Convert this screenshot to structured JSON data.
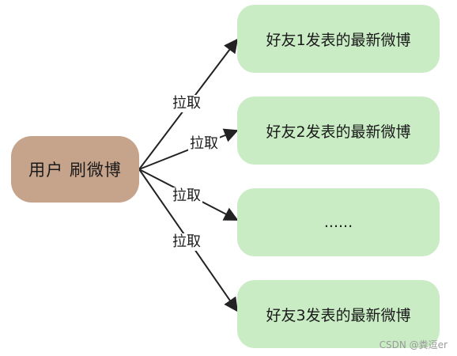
{
  "source": {
    "label": "用户 刷微博"
  },
  "targets": [
    {
      "label": "好友1发表的最新微博"
    },
    {
      "label": "好友2发表的最新微博"
    },
    {
      "label": "......"
    },
    {
      "label": "好友3发表的最新微博"
    }
  ],
  "edges": [
    {
      "label": "拉取"
    },
    {
      "label": "拉取"
    },
    {
      "label": "拉取"
    },
    {
      "label": "拉取"
    }
  ],
  "watermark": "CSDN @粪逗er",
  "colors": {
    "source_fill": "#c5a48b",
    "target_fill": "#c9ecc4",
    "arrow": "#222222"
  }
}
